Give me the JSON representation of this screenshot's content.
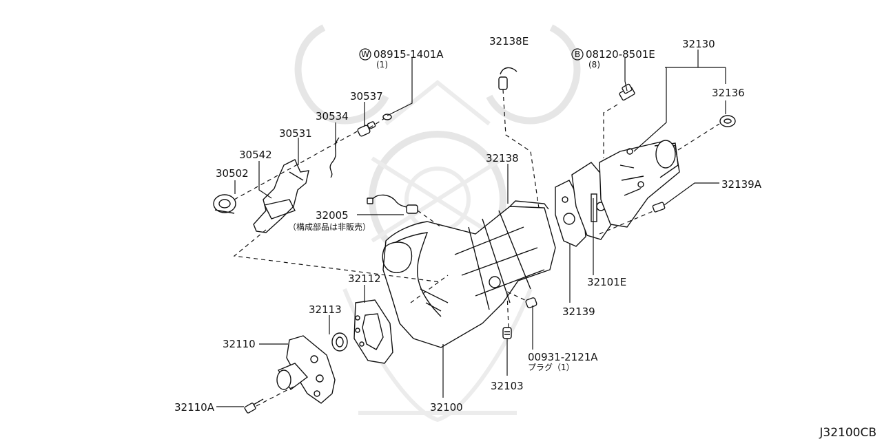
{
  "diagram": {
    "reference_code": "J32100CB",
    "parts": [
      {
        "id": "p08915",
        "badge": "W",
        "number": "08915-1401A",
        "qty": "(1)"
      },
      {
        "id": "p32138e",
        "number": "32138E"
      },
      {
        "id": "p08120",
        "badge": "B",
        "number": "08120-8501E",
        "qty": "(8)"
      },
      {
        "id": "p32130",
        "number": "32130"
      },
      {
        "id": "p30537",
        "number": "30537"
      },
      {
        "id": "p32136",
        "number": "32136"
      },
      {
        "id": "p30534",
        "number": "30534"
      },
      {
        "id": "p30531",
        "number": "30531"
      },
      {
        "id": "p30542",
        "number": "30542"
      },
      {
        "id": "p32138",
        "number": "32138"
      },
      {
        "id": "p30502",
        "number": "30502"
      },
      {
        "id": "p32139a",
        "number": "32139A"
      },
      {
        "id": "p32005",
        "number": "32005",
        "note": "（構成部品は非販売）"
      },
      {
        "id": "p32112",
        "number": "32112"
      },
      {
        "id": "p32101e",
        "number": "32101E"
      },
      {
        "id": "p32113",
        "number": "32113"
      },
      {
        "id": "p32139",
        "number": "32139"
      },
      {
        "id": "p32110",
        "number": "32110"
      },
      {
        "id": "p00931",
        "number": "00931-2121A",
        "note": "プラグ（1）"
      },
      {
        "id": "p32103",
        "number": "32103"
      },
      {
        "id": "p32110a",
        "number": "32110A"
      },
      {
        "id": "p32100",
        "number": "32100"
      }
    ]
  }
}
